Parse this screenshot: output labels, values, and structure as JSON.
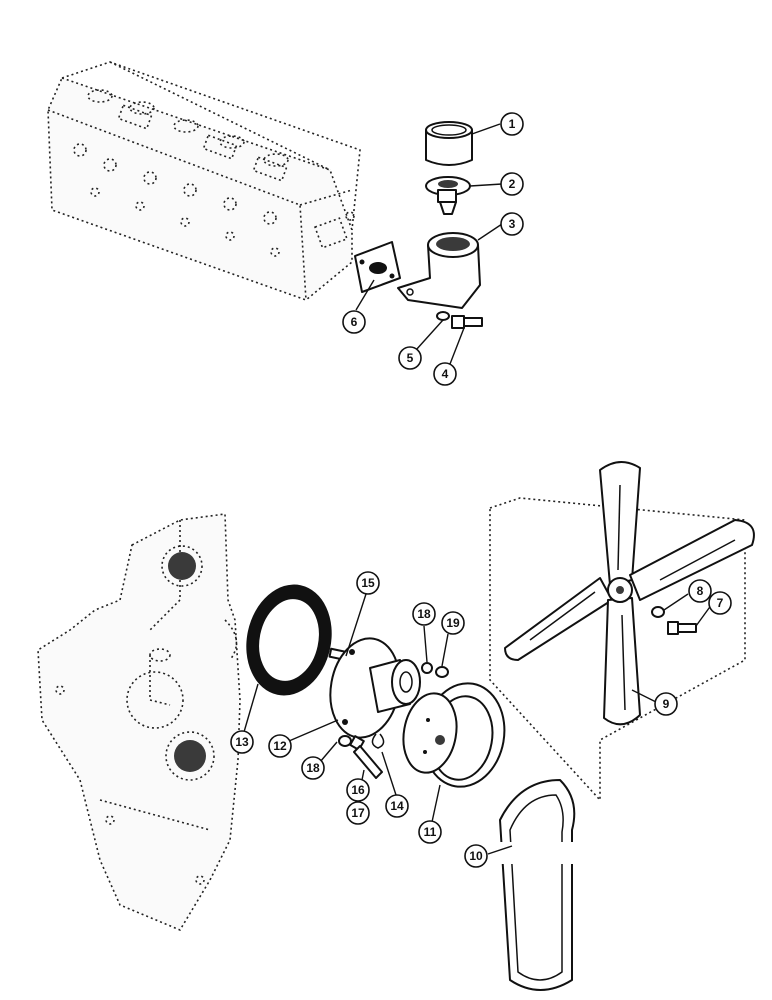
{
  "callouts": [
    {
      "id": "c1",
      "label": "1"
    },
    {
      "id": "c2",
      "label": "2"
    },
    {
      "id": "c3",
      "label": "3"
    },
    {
      "id": "c4",
      "label": "4"
    },
    {
      "id": "c5",
      "label": "5"
    },
    {
      "id": "c6",
      "label": "6"
    },
    {
      "id": "c7",
      "label": "7"
    },
    {
      "id": "c8",
      "label": "8"
    },
    {
      "id": "c9",
      "label": "9"
    },
    {
      "id": "c10",
      "label": "10"
    },
    {
      "id": "c11",
      "label": "11"
    },
    {
      "id": "c12",
      "label": "12"
    },
    {
      "id": "c13",
      "label": "13"
    },
    {
      "id": "c14",
      "label": "14"
    },
    {
      "id": "c15",
      "label": "15"
    },
    {
      "id": "c16",
      "label": "16"
    },
    {
      "id": "c17",
      "label": "17"
    },
    {
      "id": "c18a",
      "label": "18"
    },
    {
      "id": "c18b",
      "label": "18"
    },
    {
      "id": "c19",
      "label": "19"
    }
  ]
}
